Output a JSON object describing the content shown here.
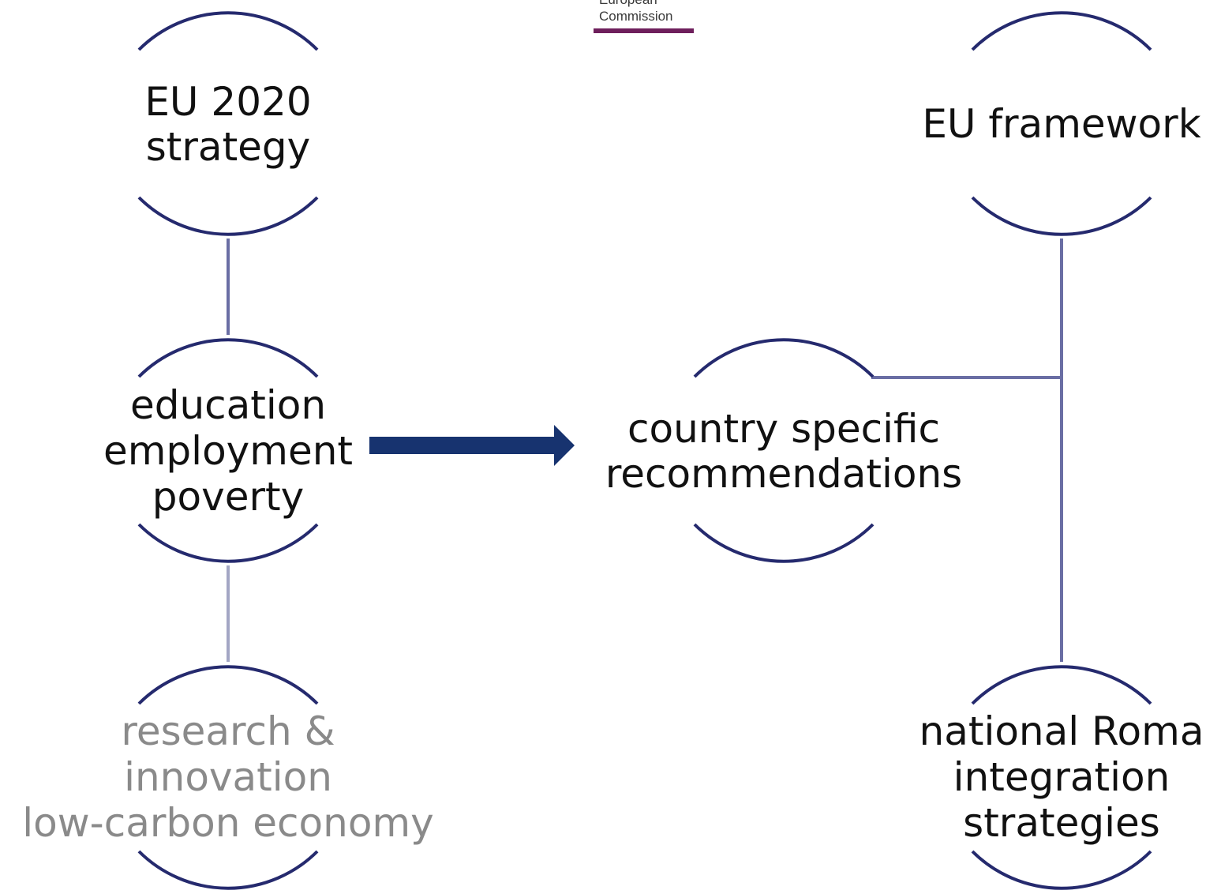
{
  "logo": {
    "lines": [
      "European",
      "Commission"
    ],
    "bar_color": "#6e1f5c"
  },
  "colors": {
    "arc": "#252a6e",
    "connector": "#6a6ea4",
    "connector_faded": "#a3a6c4",
    "arrow": "#17336f",
    "text": "#111111",
    "text_muted": "#8a8a8a"
  },
  "nodes": {
    "eu2020": {
      "lines": [
        "EU 2020",
        "strategy"
      ]
    },
    "priorities": {
      "lines": [
        "education",
        "employment",
        "poverty"
      ]
    },
    "research": {
      "lines": [
        "research &",
        "innovation",
        "low-carbon economy"
      ]
    },
    "csr": {
      "lines": [
        "country specific",
        "recommendations"
      ]
    },
    "framework": {
      "lines": [
        "EU framework"
      ]
    },
    "nris": {
      "lines": [
        "national Roma",
        "integration",
        "strategies"
      ]
    }
  }
}
